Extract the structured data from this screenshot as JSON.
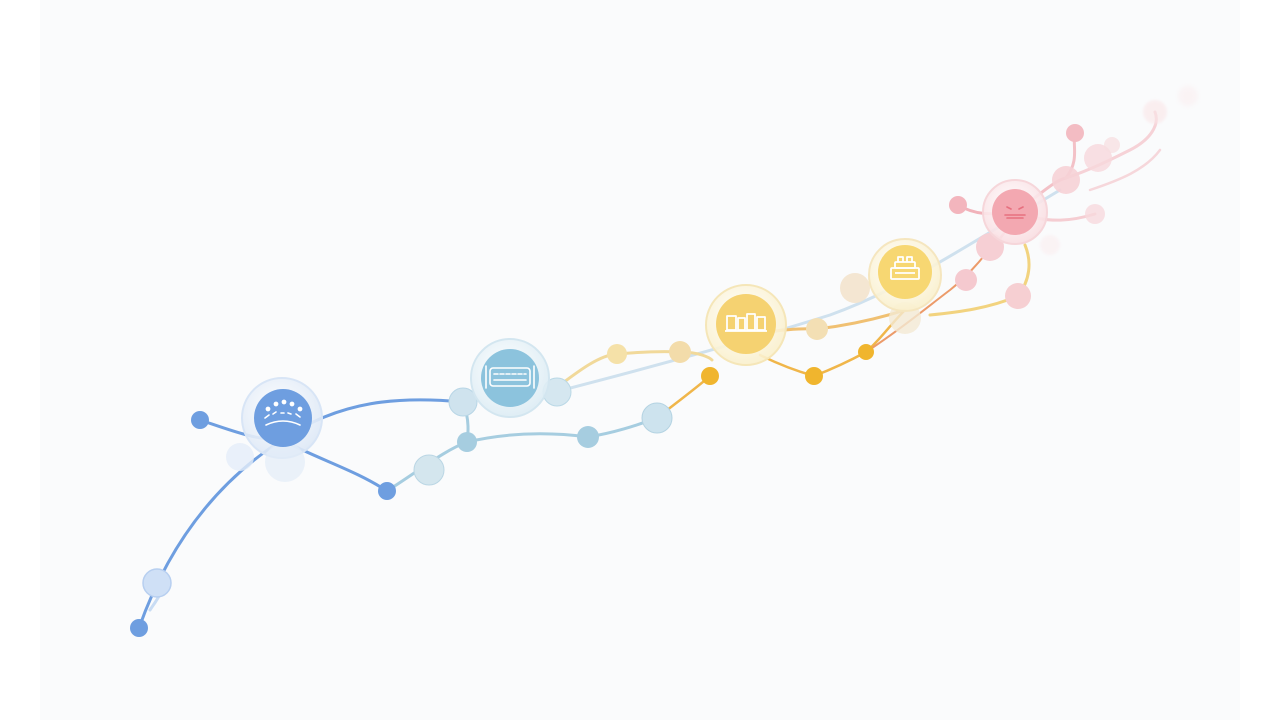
{
  "diagram": {
    "type": "flow-network",
    "labels": [],
    "stages": [
      {
        "id": "stage-1",
        "icon": "crowd-icon",
        "color": "#6e9ee0",
        "glow": "#d6e4f7"
      },
      {
        "id": "stage-2",
        "icon": "banner-icon",
        "color": "#8cc3dd",
        "glow": "#d8ebf3"
      },
      {
        "id": "stage-3",
        "icon": "blocks-icon",
        "color": "#f5d271",
        "glow": "#f9edc6"
      },
      {
        "id": "stage-4",
        "icon": "stack-icon",
        "color": "#f7d772",
        "glow": "#f8efcd"
      },
      {
        "id": "stage-5",
        "icon": "face-icon",
        "color": "#f3a8b1",
        "glow": "#f8dde0"
      }
    ]
  }
}
